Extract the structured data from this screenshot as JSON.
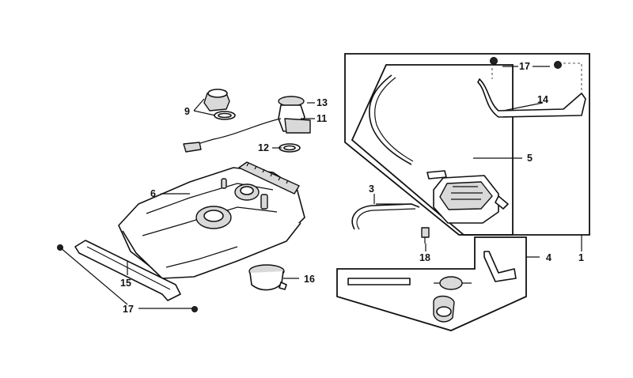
{
  "callouts": {
    "c1": "1",
    "c3": "3",
    "c4": "4",
    "c5": "5",
    "c6": "6",
    "c9": "9",
    "c11": "11",
    "c12": "12",
    "c13": "13",
    "c14": "14",
    "c15": "15",
    "c16": "16",
    "c17a": "17",
    "c17b": "17",
    "c18": "18"
  }
}
